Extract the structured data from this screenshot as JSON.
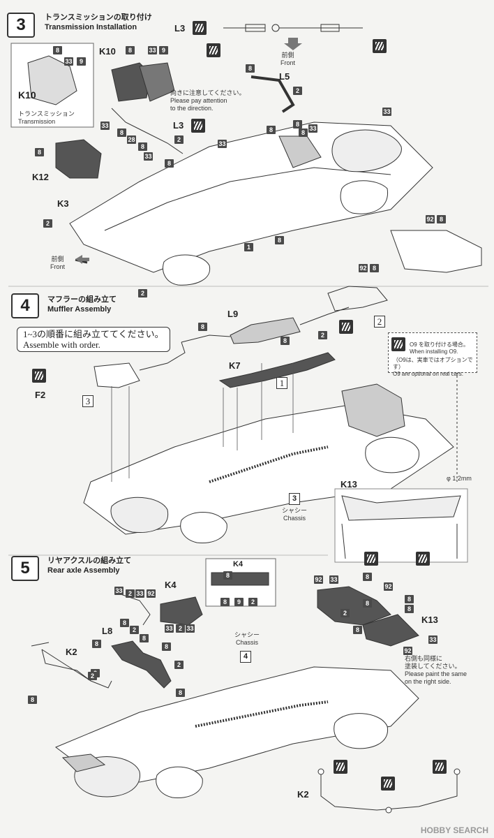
{
  "step3": {
    "number": "3",
    "title_jp": "トランスミッションの取り付け",
    "title_en": "Transmission Installation",
    "k10_inset_label": "K10",
    "transmission_jp": "トランスミッション",
    "transmission_en": "Transmission",
    "attention_jp": "向きに注意してください。",
    "attention_en_1": "Please pay attention",
    "attention_en_2": "to the direction.",
    "front_jp": "前側",
    "front_en": "Front",
    "parts": {
      "k10": "K10",
      "k12": "K12",
      "k3": "K3",
      "l3a": "L3",
      "l3b": "L3",
      "l5": "L5"
    }
  },
  "step4": {
    "number": "4",
    "title_jp": "マフラーの組み立て",
    "title_en": "Muffler Assembly",
    "order_jp": "1~3の順番に組み立ててください。",
    "order_en": "Assemble with order.",
    "chassis_jp": "シャシー",
    "chassis_en": "Chassis",
    "o9_jp": "O9 を取り付ける場合。",
    "o9_en": "When installing O9.",
    "o9_opt_jp": "（O9は、実車ではオプションです）",
    "o9_opt_en": "O9 are optional on real cars.",
    "drill": "φ 1.2mm",
    "parts": {
      "l9": "L9",
      "k7": "K7",
      "f2": "F2",
      "k13": "K13"
    },
    "steps": {
      "one": "1",
      "two": "2",
      "three": "3",
      "chassis_box": "3"
    }
  },
  "step5": {
    "number": "5",
    "title_jp": "リヤアクスルの組み立て",
    "title_en": "Rear axle Assembly",
    "chassis_jp": "シャシー",
    "chassis_en": "Chassis",
    "chassis_box": "4",
    "paint_jp_1": "右側も同様に",
    "paint_jp_2": "塗装してください。",
    "paint_en_1": "Please paint the same",
    "paint_en_2": "on the right side.",
    "parts": {
      "k4": "K4",
      "k4_inset": "K4",
      "l8": "L8",
      "k2": "K2",
      "k2_bottom": "K2",
      "k13": "K13"
    }
  },
  "badges": {
    "b1": "8",
    "b2": "33",
    "b3": "9",
    "b4": "33",
    "b5": "9",
    "b6": "8",
    "b7": "8",
    "b8": "28",
    "b9": "8",
    "b10": "33",
    "b11": "2",
    "b12": "8",
    "b13": "33",
    "b14": "8",
    "b15": "2",
    "b16": "8",
    "b17": "8",
    "b18": "33",
    "b19": "33",
    "b20": "8",
    "b21": "33",
    "b22": "8",
    "b23": "1",
    "b24": "8",
    "b25": "2",
    "b26": "2",
    "b27": "92",
    "b28": "8",
    "b29": "92",
    "b30": "8",
    "b31": "8",
    "b32": "8",
    "b33": "2",
    "b34": "33",
    "b35": "2",
    "b36": "33",
    "b37": "92",
    "b38": "8",
    "b39": "2",
    "b40": "8",
    "b41": "33",
    "b42": "2",
    "b43": "33",
    "b44": "8",
    "b45": "8",
    "b46": "2",
    "b47": "8",
    "b48": "2",
    "b49": "8",
    "b50": "8",
    "b51": "9",
    "b52": "2",
    "b53": "92",
    "b54": "33",
    "b55": "8",
    "b56": "92",
    "b57": "8",
    "b58": "2",
    "b59": "8",
    "b60": "8",
    "b61": "33",
    "b62": "92",
    "b63": "8",
    "b64": "8",
    "b65": "2"
  },
  "watermark": "HOBBY SEARCH"
}
